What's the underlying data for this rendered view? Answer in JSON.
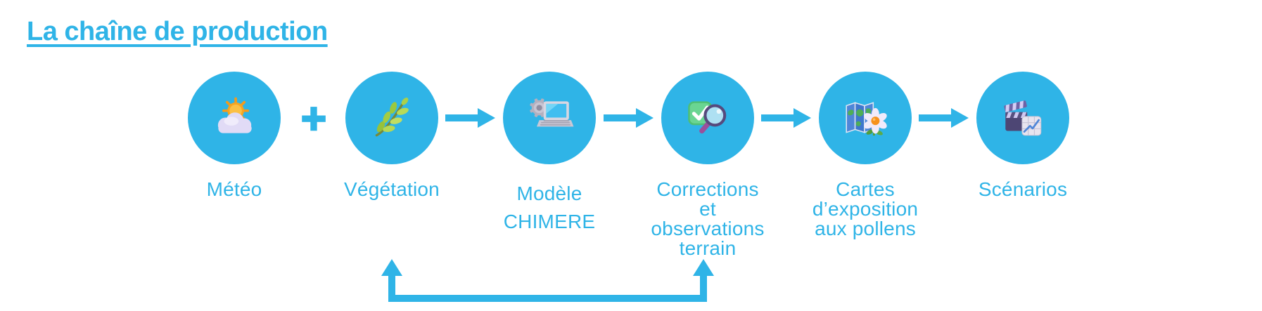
{
  "colors": {
    "accent": "#2fb4e7",
    "background": "#ffffff"
  },
  "title": {
    "text": "La chaîne de production"
  },
  "chain": {
    "plus_symbol": "+",
    "nodes": [
      {
        "id": "meteo",
        "label": "Météo",
        "icon": "sun-behind-cloud-icon"
      },
      {
        "id": "vegetation",
        "label": "Végétation",
        "icon": "herb-icon"
      },
      {
        "id": "modele-chimere",
        "label": "Modèle\nCHIMERE",
        "icon": "laptop-gear-icon"
      },
      {
        "id": "corrections",
        "label": "Corrections\net\nobservations\nterrain",
        "icon": "checkbox-magnifier-icon"
      },
      {
        "id": "cartes",
        "label": "Cartes\nd’exposition\naux pollens",
        "icon": "map-flower-icon"
      },
      {
        "id": "scenarios",
        "label": "Scénarios",
        "icon": "clapperboard-chart-icon"
      }
    ],
    "arrows": [
      {
        "from": "vegetation",
        "to": "modele-chimere"
      },
      {
        "from": "modele-chimere",
        "to": "corrections"
      },
      {
        "from": "corrections",
        "to": "cartes"
      },
      {
        "from": "cartes",
        "to": "scenarios"
      }
    ],
    "feedback_connector": {
      "between": [
        "vegetation",
        "corrections"
      ],
      "arrowheads": "both-up"
    }
  }
}
